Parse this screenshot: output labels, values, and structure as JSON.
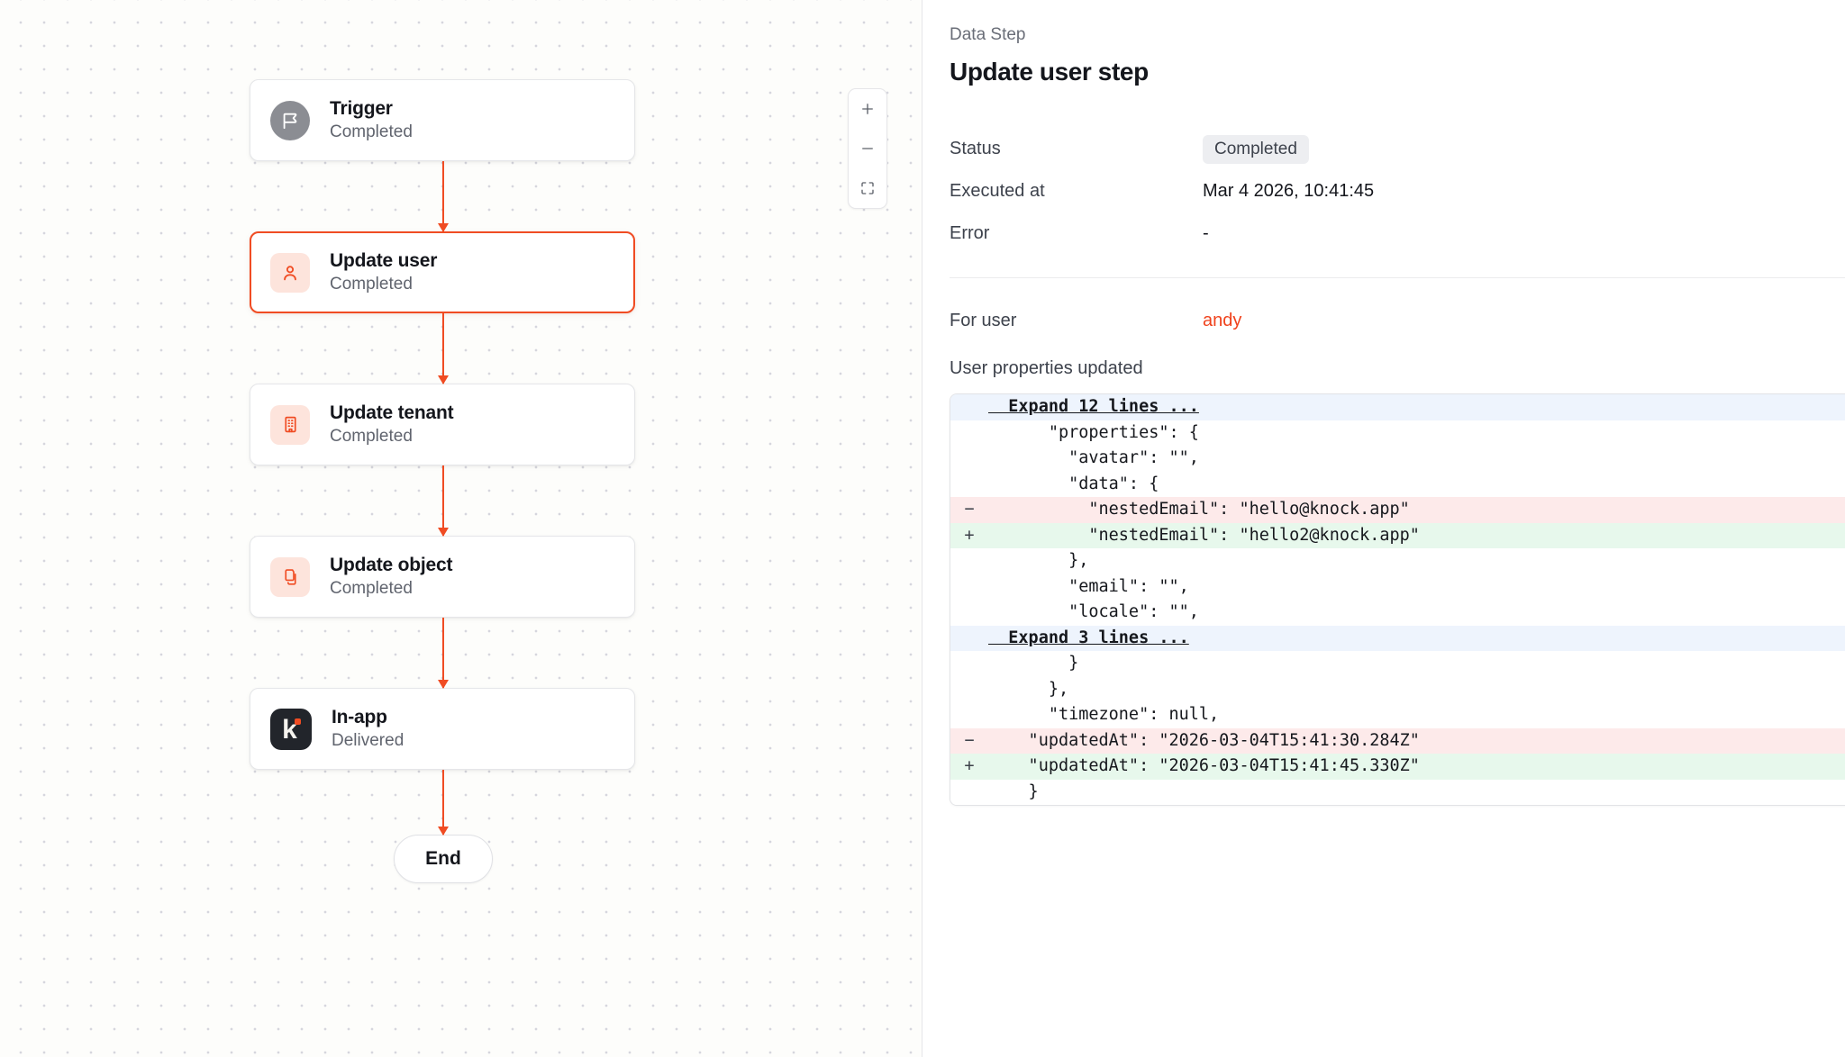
{
  "canvas": {
    "nodes": [
      {
        "id": "trigger",
        "title": "Trigger",
        "status": "Completed",
        "icon": "flag-icon",
        "selected": false
      },
      {
        "id": "update-user",
        "title": "Update user",
        "status": "Completed",
        "icon": "user-icon",
        "selected": true
      },
      {
        "id": "update-tenant",
        "title": "Update tenant",
        "status": "Completed",
        "icon": "building-icon",
        "selected": false
      },
      {
        "id": "update-object",
        "title": "Update object",
        "status": "Completed",
        "icon": "copy-icon",
        "selected": false
      },
      {
        "id": "in-app",
        "title": "In-app",
        "status": "Delivered",
        "icon": "knock-logo-icon",
        "selected": false
      }
    ],
    "end_label": "End",
    "controls": {
      "zoom_in": "+",
      "zoom_out": "−",
      "fit_view": "fit-view"
    },
    "accent_color": "#f04c23"
  },
  "detail": {
    "eyebrow": "Data Step",
    "title": "Update user step",
    "fields": [
      {
        "key": "Status",
        "value": "Completed",
        "kind": "badge"
      },
      {
        "key": "Executed at",
        "value": "Mar 4 2026, 10:41:45",
        "kind": "text"
      },
      {
        "key": "Error",
        "value": "-",
        "kind": "text"
      }
    ],
    "for_user": {
      "key": "For user",
      "value": "andy",
      "kind": "link",
      "color": "#f0421c"
    },
    "properties_label": "User properties updated",
    "diff": {
      "lines": [
        {
          "type": "expand",
          "gutter": "",
          "code": "  Expand 12 lines ..."
        },
        {
          "type": "ctx",
          "gutter": "",
          "code": "      \"properties\": {"
        },
        {
          "type": "ctx",
          "gutter": "",
          "code": "        \"avatar\": \"\","
        },
        {
          "type": "ctx",
          "gutter": "",
          "code": "        \"data\": {"
        },
        {
          "type": "del",
          "gutter": "−",
          "code": "          \"nestedEmail\": \"hello@knock.app\""
        },
        {
          "type": "add",
          "gutter": "+",
          "code": "          \"nestedEmail\": \"hello2@knock.app\""
        },
        {
          "type": "ctx",
          "gutter": "",
          "code": "        },"
        },
        {
          "type": "ctx",
          "gutter": "",
          "code": "        \"email\": \"\","
        },
        {
          "type": "ctx",
          "gutter": "",
          "code": "        \"locale\": \"\","
        },
        {
          "type": "expand",
          "gutter": "",
          "code": "  Expand 3 lines ..."
        },
        {
          "type": "ctx",
          "gutter": "",
          "code": "        }"
        },
        {
          "type": "ctx",
          "gutter": "",
          "code": "      },"
        },
        {
          "type": "ctx",
          "gutter": "",
          "code": "      \"timezone\": null,"
        },
        {
          "type": "del",
          "gutter": "−",
          "code": "    \"updatedAt\": \"2026-03-04T15:41:30.284Z\""
        },
        {
          "type": "add",
          "gutter": "+",
          "code": "    \"updatedAt\": \"2026-03-04T15:41:45.330Z\""
        },
        {
          "type": "ctx",
          "gutter": "",
          "code": "    }"
        }
      ]
    }
  }
}
